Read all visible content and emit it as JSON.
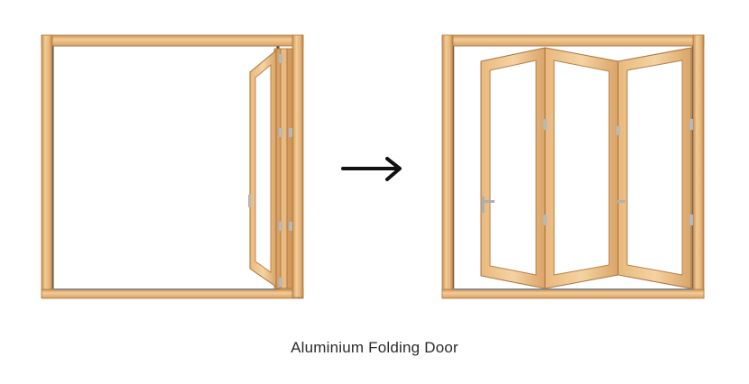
{
  "caption": "Aluminium Folding Door",
  "colors": {
    "frame_light": "#f2cc96",
    "frame_mid": "#e4b176",
    "frame_dark": "#c98f52",
    "frame_edge": "#b07a42",
    "threshold": "#9a9a9a",
    "inner_shadow": "#5e5e5e",
    "arrow": "#111111",
    "hardware": "#b8b8b8"
  },
  "illustrations": [
    {
      "name": "folded-door",
      "state": "folded"
    },
    {
      "name": "open-door",
      "state": "unfolded"
    }
  ],
  "arrow_icon": "right-arrow-icon"
}
